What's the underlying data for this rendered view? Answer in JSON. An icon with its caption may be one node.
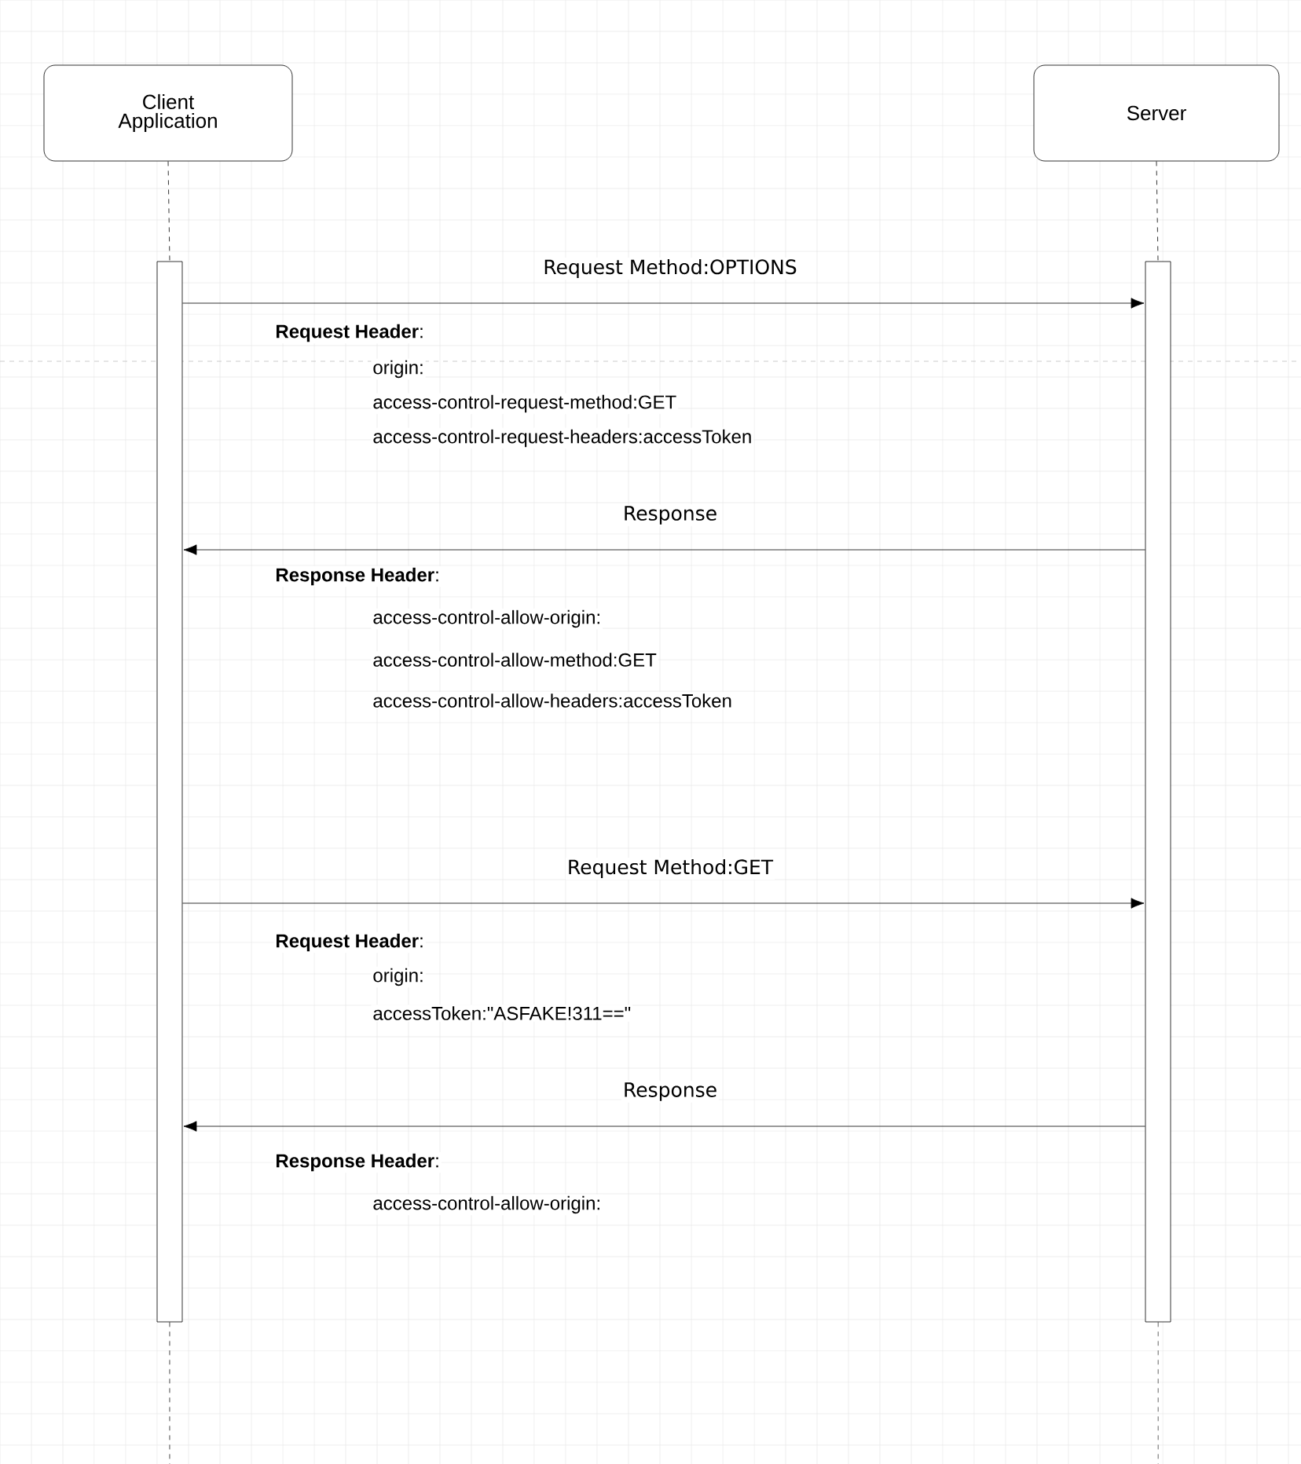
{
  "diagram": {
    "nodes": [
      {
        "text": [
          "Client Application"
        ]
      },
      {
        "text": [
          "Server"
        ]
      },
      {
        "text": [],
        "shape": "bar"
      },
      {
        "text": [],
        "shape": "bar"
      }
    ],
    "edges": [
      {
        "from": 0,
        "to": 2,
        "arrow": "none",
        "style": "dashed"
      },
      {
        "from": 1,
        "to": 3,
        "arrow": "none",
        "style": "dashed"
      },
      {
        "from": 2,
        "to": 3,
        "arrow": "to",
        "label": "Request Method:OPTIONS"
      },
      {
        "from": 3,
        "to": 2,
        "arrow": "to",
        "label": "Response"
      },
      {
        "from": 2,
        "to": 3,
        "arrow": "to",
        "label": "Request Method:GET"
      },
      {
        "from": 3,
        "to": 2,
        "arrow": "to",
        "label": "Response"
      }
    ],
    "labels": [
      "**Request Header**:",
      "origin:",
      "access-control-request-method:GET",
      "access-control-request-headers:accessToken",
      "**Response Header**:",
      "access-control-allow-origin:",
      "access-control-allow-method:GET",
      "access-control-allow-headers:accessToken",
      "**Request Header**:",
      "origin:",
      "accessToken:\"ASFAKE!311==\"",
      "**Response Header**:",
      "access-control-allow-origin:"
    ]
  }
}
